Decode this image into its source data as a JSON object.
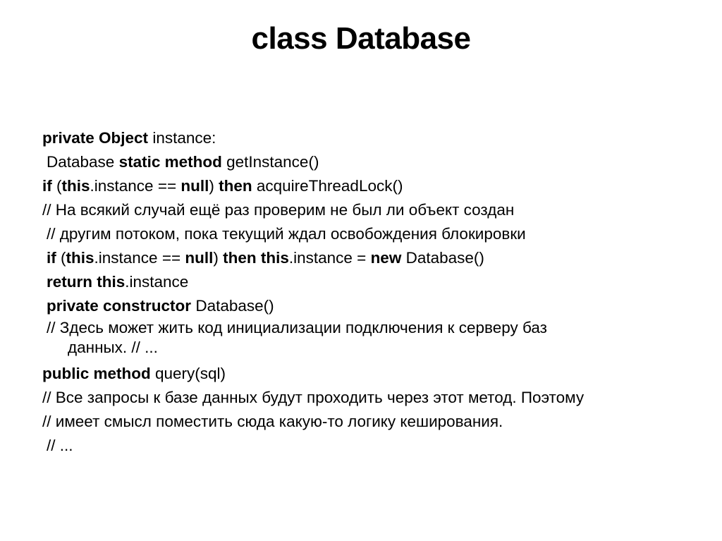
{
  "slide": {
    "title": "class Database",
    "lines": [
      {
        "parts": [
          {
            "t": "private Object",
            "b": true
          },
          {
            "t": " instance:",
            "b": false
          }
        ]
      },
      {
        "parts": [
          {
            "t": "Database ",
            "b": false
          },
          {
            "t": "static method",
            "b": true
          },
          {
            "t": " getInstance()",
            "b": false
          }
        ]
      },
      {
        "parts": [
          {
            "t": "if",
            "b": true
          },
          {
            "t": " (",
            "b": false
          },
          {
            "t": "this",
            "b": true
          },
          {
            "t": ".instance == ",
            "b": false
          },
          {
            "t": "null",
            "b": true
          },
          {
            "t": ") ",
            "b": false
          },
          {
            "t": "then",
            "b": true
          },
          {
            "t": " acquireThreadLock()",
            "b": false
          }
        ]
      },
      {
        "parts": [
          {
            "t": "// На всякий случай ещё раз проверим не был ли объект создан",
            "b": false
          }
        ]
      },
      {
        "parts": [
          {
            "t": "// другим потоком, пока текущий ждал освобождения блокировки",
            "b": false
          }
        ]
      },
      {
        "parts": [
          {
            "t": "if",
            "b": true
          },
          {
            "t": " (",
            "b": false
          },
          {
            "t": "this",
            "b": true
          },
          {
            "t": ".instance == ",
            "b": false
          },
          {
            "t": "null",
            "b": true
          },
          {
            "t": ") ",
            "b": false
          },
          {
            "t": "then this",
            "b": true
          },
          {
            "t": ".instance = ",
            "b": false
          },
          {
            "t": "new",
            "b": true
          },
          {
            "t": " Database()",
            "b": false
          }
        ]
      },
      {
        "parts": [
          {
            "t": "return this",
            "b": true
          },
          {
            "t": ".instance",
            "b": false
          }
        ]
      },
      {
        "parts": [
          {
            "t": "private constructor",
            "b": true
          },
          {
            "t": " Database()",
            "b": false
          }
        ]
      },
      {
        "parts": [
          {
            "t": "// Здесь может жить код инициализации подключения к серверу баз",
            "b": false
          }
        ],
        "cont": "данных. // ..."
      },
      {
        "parts": [
          {
            "t": "public method",
            "b": true
          },
          {
            "t": " query(sql)",
            "b": false
          }
        ]
      },
      {
        "parts": [
          {
            "t": "// Все запросы к базе данных будут проходить через этот метод. Поэтому",
            "b": false
          }
        ]
      },
      {
        "parts": [
          {
            "t": "// имеет смысл поместить сюда какую-то логику кеширования.",
            "b": false
          }
        ]
      },
      {
        "parts": [
          {
            "t": "// ...",
            "b": false
          }
        ]
      }
    ]
  }
}
